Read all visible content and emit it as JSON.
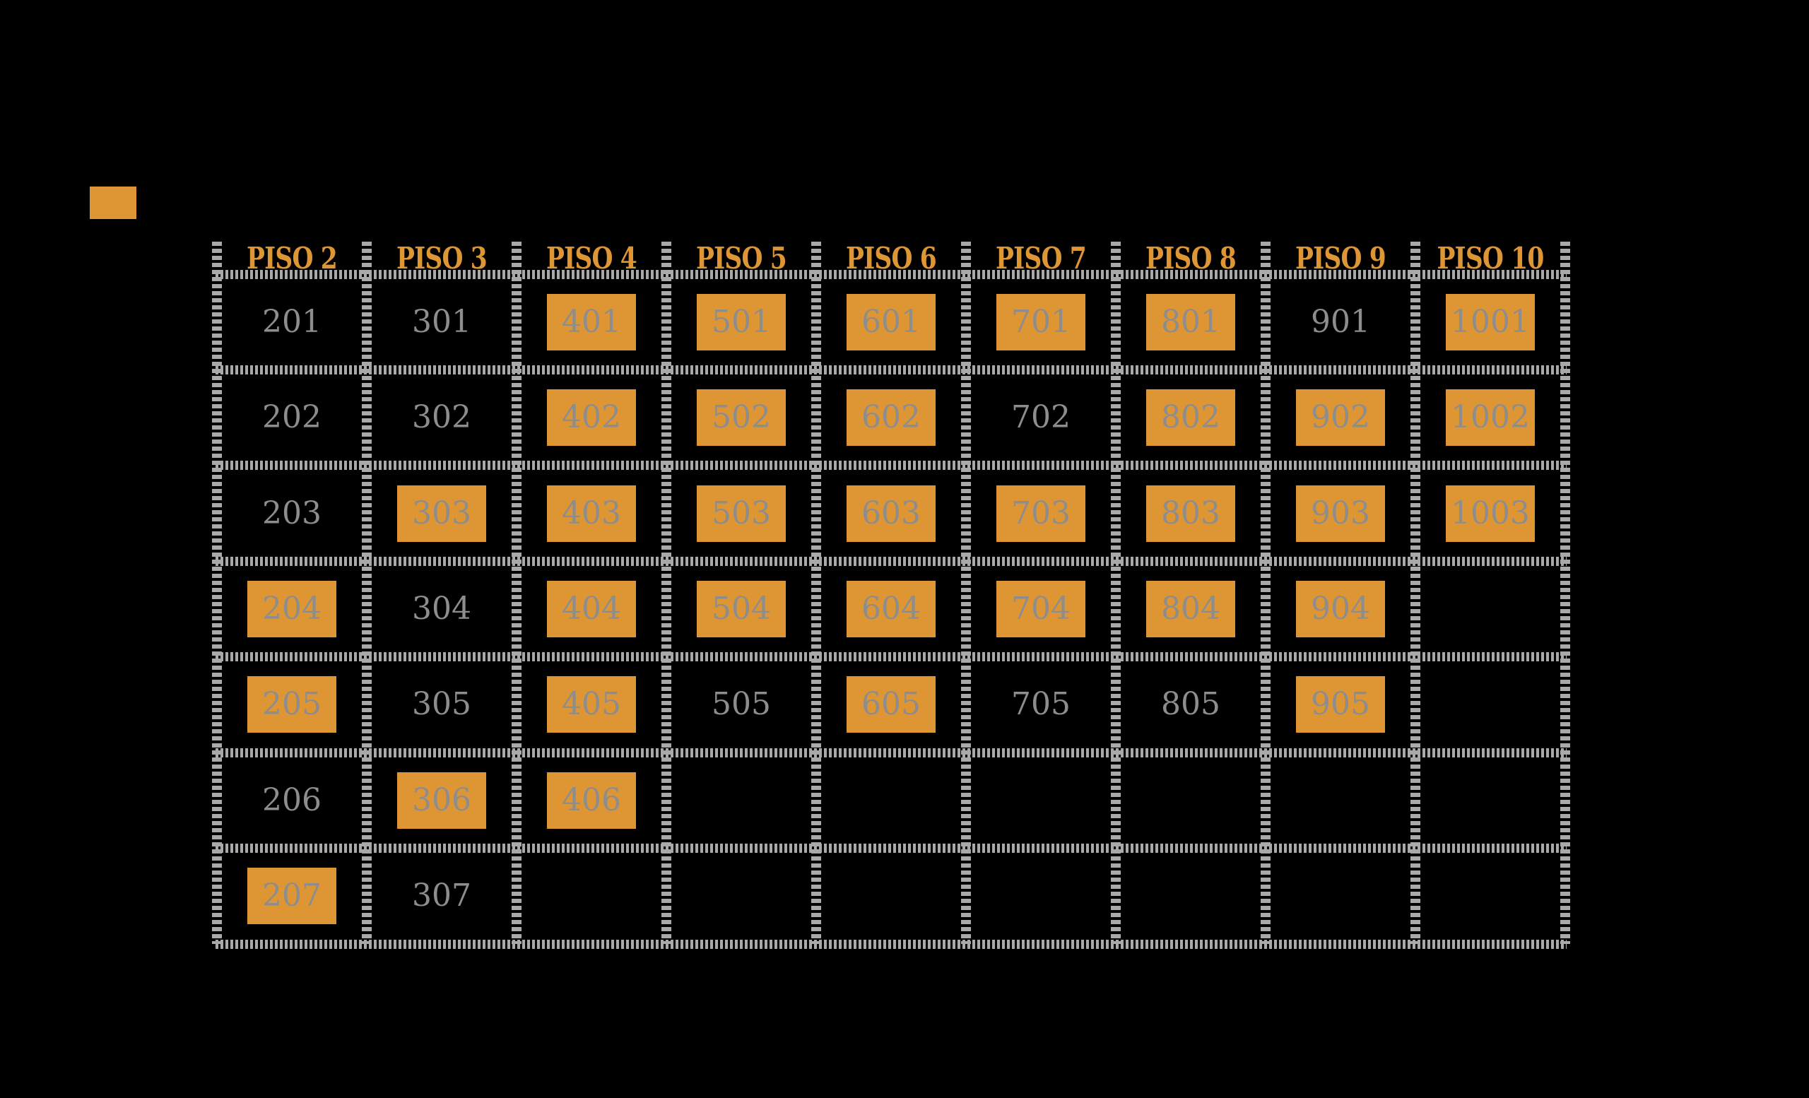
{
  "colors": {
    "accent": "#DE9634",
    "cell_text": "#8D8D8D",
    "grid_line": "#A9A9A9",
    "background": "#000000"
  },
  "legend": {
    "swatch_color": "#DE9634"
  },
  "table": {
    "floors": [
      {
        "label": "PISO 2",
        "units": [
          {
            "number": "201",
            "highlighted": false
          },
          {
            "number": "202",
            "highlighted": false
          },
          {
            "number": "203",
            "highlighted": false
          },
          {
            "number": "204",
            "highlighted": true
          },
          {
            "number": "205",
            "highlighted": true
          },
          {
            "number": "206",
            "highlighted": false
          },
          {
            "number": "207",
            "highlighted": true
          }
        ]
      },
      {
        "label": "PISO 3",
        "units": [
          {
            "number": "301",
            "highlighted": false
          },
          {
            "number": "302",
            "highlighted": false
          },
          {
            "number": "303",
            "highlighted": true
          },
          {
            "number": "304",
            "highlighted": false
          },
          {
            "number": "305",
            "highlighted": false
          },
          {
            "number": "306",
            "highlighted": true
          },
          {
            "number": "307",
            "highlighted": false
          }
        ]
      },
      {
        "label": "PISO 4",
        "units": [
          {
            "number": "401",
            "highlighted": true
          },
          {
            "number": "402",
            "highlighted": true
          },
          {
            "number": "403",
            "highlighted": true
          },
          {
            "number": "404",
            "highlighted": true
          },
          {
            "number": "405",
            "highlighted": true
          },
          {
            "number": "406",
            "highlighted": true
          },
          null
        ]
      },
      {
        "label": "PISO 5",
        "units": [
          {
            "number": "501",
            "highlighted": true
          },
          {
            "number": "502",
            "highlighted": true
          },
          {
            "number": "503",
            "highlighted": true
          },
          {
            "number": "504",
            "highlighted": true
          },
          {
            "number": "505",
            "highlighted": false
          },
          null,
          null
        ]
      },
      {
        "label": "PISO 6",
        "units": [
          {
            "number": "601",
            "highlighted": true
          },
          {
            "number": "602",
            "highlighted": true
          },
          {
            "number": "603",
            "highlighted": true
          },
          {
            "number": "604",
            "highlighted": true
          },
          {
            "number": "605",
            "highlighted": true
          },
          null,
          null
        ]
      },
      {
        "label": "PISO 7",
        "units": [
          {
            "number": "701",
            "highlighted": true
          },
          {
            "number": "702",
            "highlighted": false
          },
          {
            "number": "703",
            "highlighted": true
          },
          {
            "number": "704",
            "highlighted": true
          },
          {
            "number": "705",
            "highlighted": false
          },
          null,
          null
        ]
      },
      {
        "label": "PISO 8",
        "units": [
          {
            "number": "801",
            "highlighted": true
          },
          {
            "number": "802",
            "highlighted": true
          },
          {
            "number": "803",
            "highlighted": true
          },
          {
            "number": "804",
            "highlighted": true
          },
          {
            "number": "805",
            "highlighted": false
          },
          null,
          null
        ]
      },
      {
        "label": "PISO 9",
        "units": [
          {
            "number": "901",
            "highlighted": false
          },
          {
            "number": "902",
            "highlighted": true
          },
          {
            "number": "903",
            "highlighted": true
          },
          {
            "number": "904",
            "highlighted": true
          },
          {
            "number": "905",
            "highlighted": true
          },
          null,
          null
        ]
      },
      {
        "label": "PISO 10",
        "units": [
          {
            "number": "1001",
            "highlighted": true
          },
          {
            "number": "1002",
            "highlighted": true
          },
          {
            "number": "1003",
            "highlighted": true
          },
          null,
          null,
          null,
          null
        ]
      }
    ]
  }
}
